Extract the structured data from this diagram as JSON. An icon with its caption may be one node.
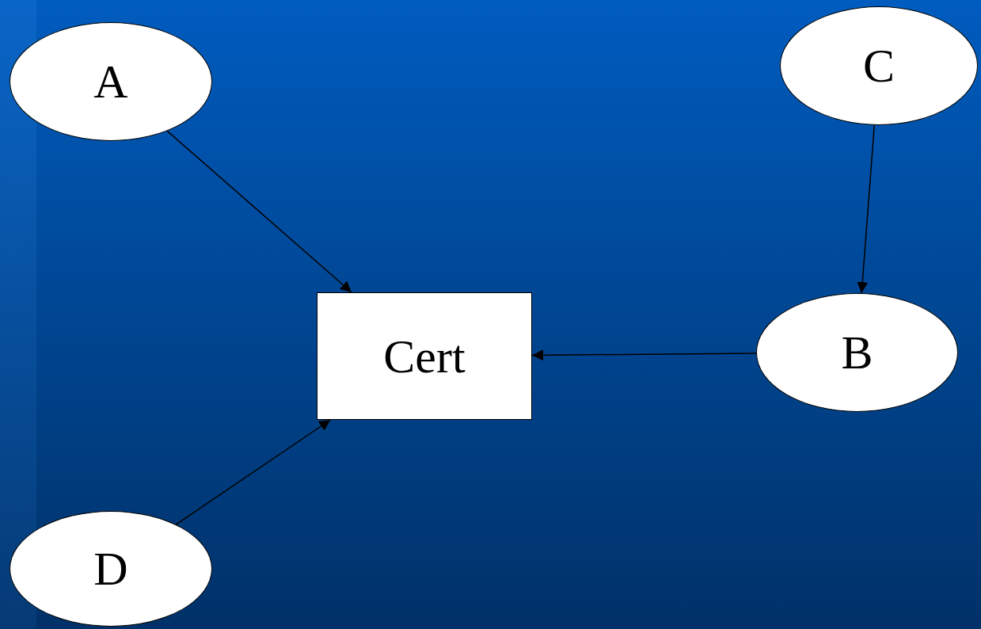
{
  "diagram": {
    "nodes": [
      {
        "text": [
          "A"
        ]
      },
      {
        "text": [
          "C"
        ]
      },
      {
        "text": [
          "Cert"
        ]
      },
      {
        "text": [
          "B"
        ]
      },
      {
        "text": [
          "D"
        ]
      }
    ],
    "edges": [
      {
        "from": 0,
        "to": 2,
        "arrow": "to"
      },
      {
        "from": 1,
        "to": 3,
        "arrow": "to"
      },
      {
        "from": 3,
        "to": 2,
        "arrow": "to"
      },
      {
        "from": 4,
        "to": 2,
        "arrow": "to"
      }
    ]
  }
}
